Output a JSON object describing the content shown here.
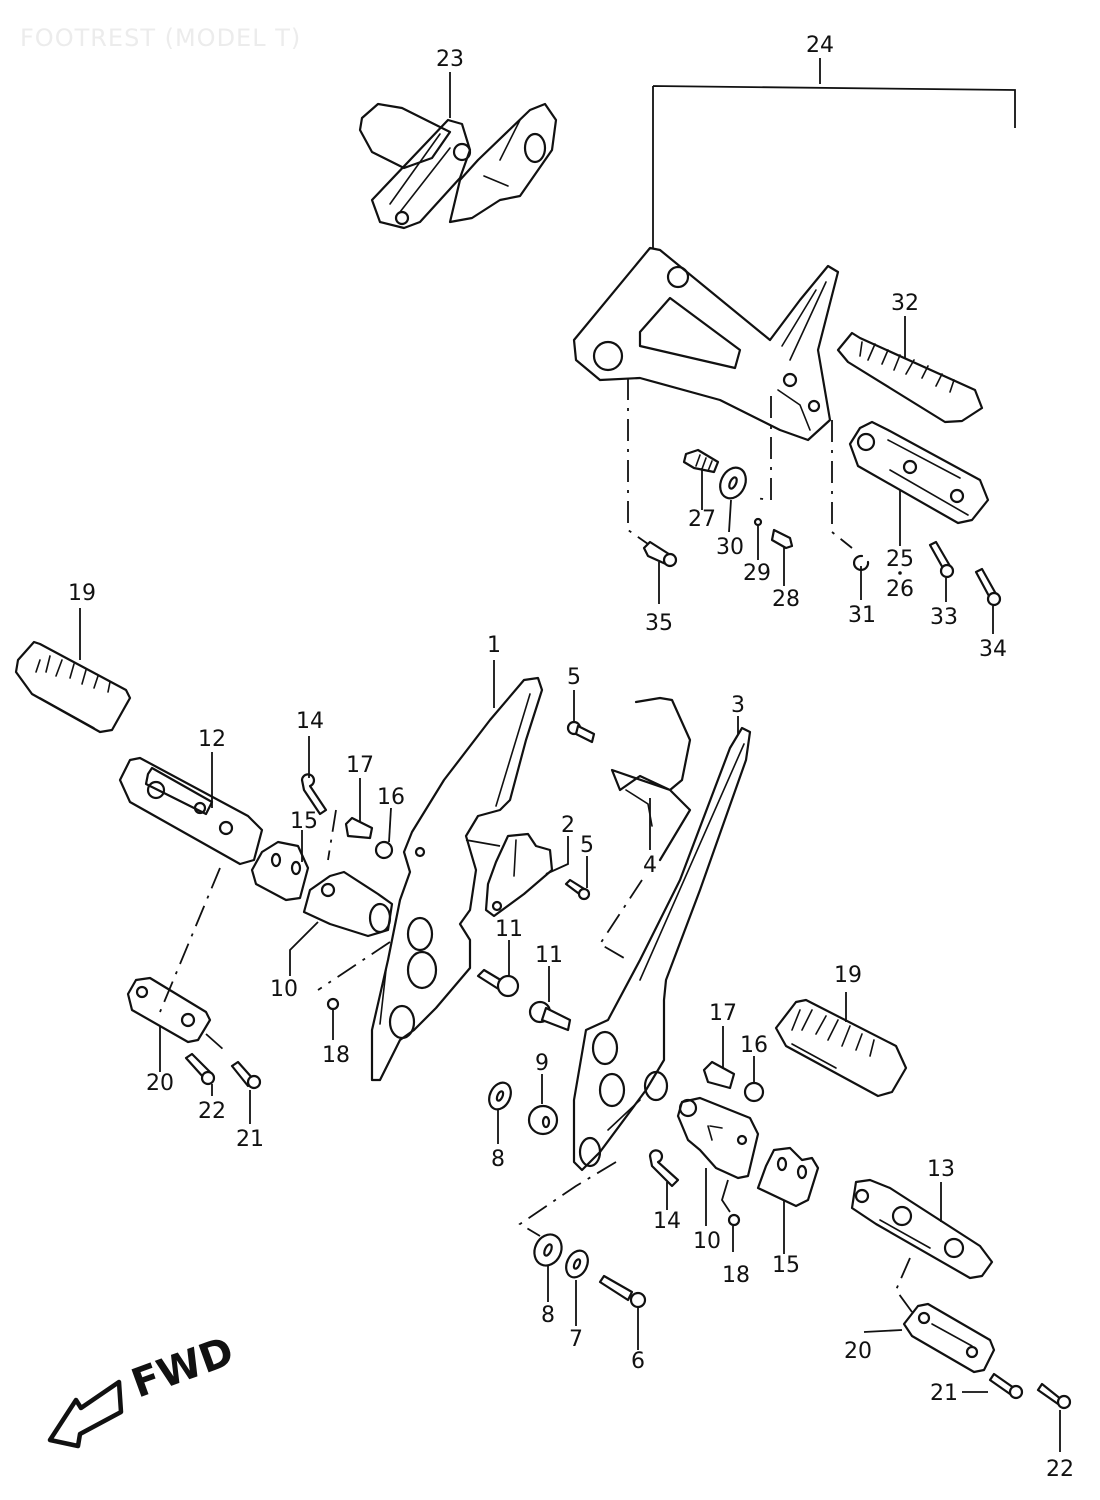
{
  "title": "FOOTREST (MODEL T)",
  "fwd_label": "FWD",
  "callouts": {
    "c1": "1",
    "c2": "2",
    "c3": "3",
    "c4": "4",
    "c5a": "5",
    "c5b": "5",
    "c6": "6",
    "c7": "7",
    "c8a": "8",
    "c8b": "8",
    "c9": "9",
    "c10a": "10",
    "c10b": "10",
    "c11a": "11",
    "c11b": "11",
    "c12": "12",
    "c13": "13",
    "c14a": "14",
    "c14b": "14",
    "c15a": "15",
    "c15b": "15",
    "c16a": "16",
    "c16b": "16",
    "c17a": "17",
    "c17b": "17",
    "c18a": "18",
    "c18b": "18",
    "c19a": "19",
    "c19b": "19",
    "c20a": "20",
    "c20b": "20",
    "c21a": "21",
    "c21b": "21",
    "c22a": "22",
    "c22b": "22",
    "c23": "23",
    "c24": "24",
    "c25": "25",
    "c26": "26",
    "c27": "27",
    "c28": "28",
    "c29": "29",
    "c30": "30",
    "c31": "31",
    "c32": "32",
    "c33": "33",
    "c34": "34",
    "c35": "35"
  },
  "colors": {
    "ink": "#111111",
    "title": "#ececec",
    "background": "#ffffff"
  }
}
